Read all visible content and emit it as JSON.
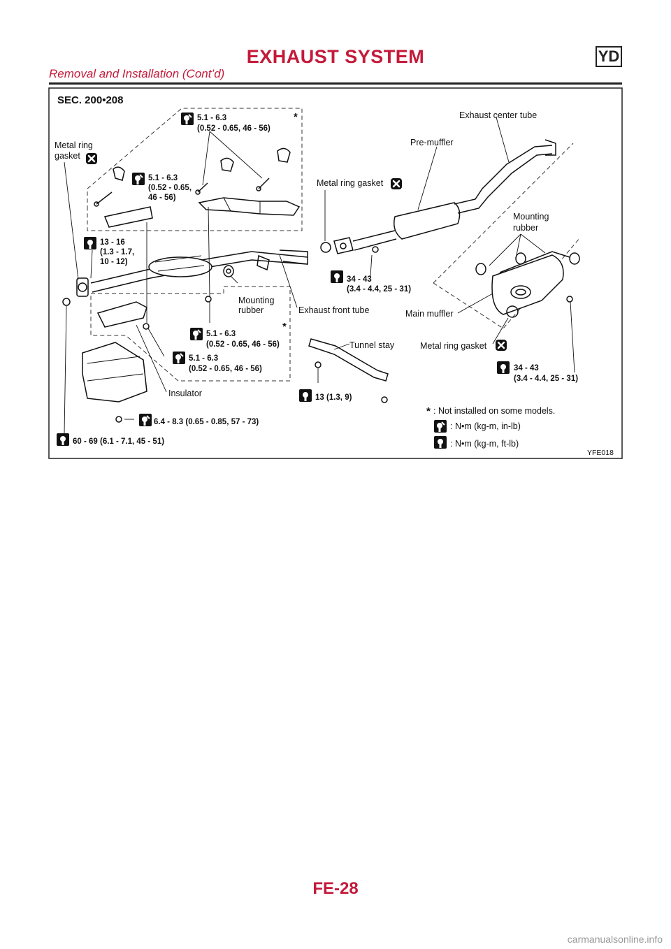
{
  "header": {
    "title": "EXHAUST SYSTEM",
    "badge": "YD",
    "subtitle": "Removal and Installation (Cont’d)"
  },
  "figure": {
    "section": "SEC. 200•208",
    "figure_id": "YFE018",
    "labels": {
      "metal_ring_gasket_left_1": "Metal ring",
      "metal_ring_gasket_left_2": "gasket",
      "metal_ring_gasket_center": "Metal ring gasket",
      "metal_ring_gasket_right": "Metal ring gasket",
      "exhaust_center_tube": "Exhaust center tube",
      "pre_muffler": "Pre-muffler",
      "mounting_rubber_right_1": "Mounting",
      "mounting_rubber_right_2": "rubber",
      "mounting_rubber_center_1": "Mounting",
      "mounting_rubber_center_2": "rubber",
      "exhaust_front_tube": "Exhaust front tube",
      "main_muffler": "Main muffler",
      "tunnel_stay": "Tunnel stay",
      "insulator": "Insulator"
    },
    "torques": {
      "t1_line1": "5.1 - 6.3",
      "t1_line2": "(0.52 - 0.65, 46 - 56)",
      "t2_line1": "5.1 - 6.3",
      "t2_line2": "(0.52 - 0.65,",
      "t2_line3": "46 - 56)",
      "t3_line1": "13 - 16",
      "t3_line2": "(1.3 - 1.7,",
      "t3_line3": "10 - 12)",
      "t4_line1": "34 - 43",
      "t4_line2": "(3.4 - 4.4, 25 - 31)",
      "t5_line1": "5.1 - 6.3",
      "t5_line2": "(0.52 - 0.65, 46 - 56)",
      "t6_line1": "5.1 - 6.3",
      "t6_line2": "(0.52 - 0.65, 46 - 56)",
      "t7_line1": "34 - 43",
      "t7_line2": "(3.4 - 4.4, 25 - 31)",
      "t8": "13 (1.3, 9)",
      "t9": "6.4 - 8.3 (0.65 - 0.85, 57 - 73)",
      "t10": "60 - 69 (6.1 - 7.1, 45 - 51)"
    },
    "legend": {
      "asterisk": "*",
      "asterisk_text": ": Not installed on some models.",
      "unit_inlb": ": N•m (kg-m, in-lb)",
      "unit_ftlb": ": N•m (kg-m, ft-lb)"
    }
  },
  "footer": {
    "page": "FE-28",
    "watermark": "carmanualsonline.info"
  }
}
